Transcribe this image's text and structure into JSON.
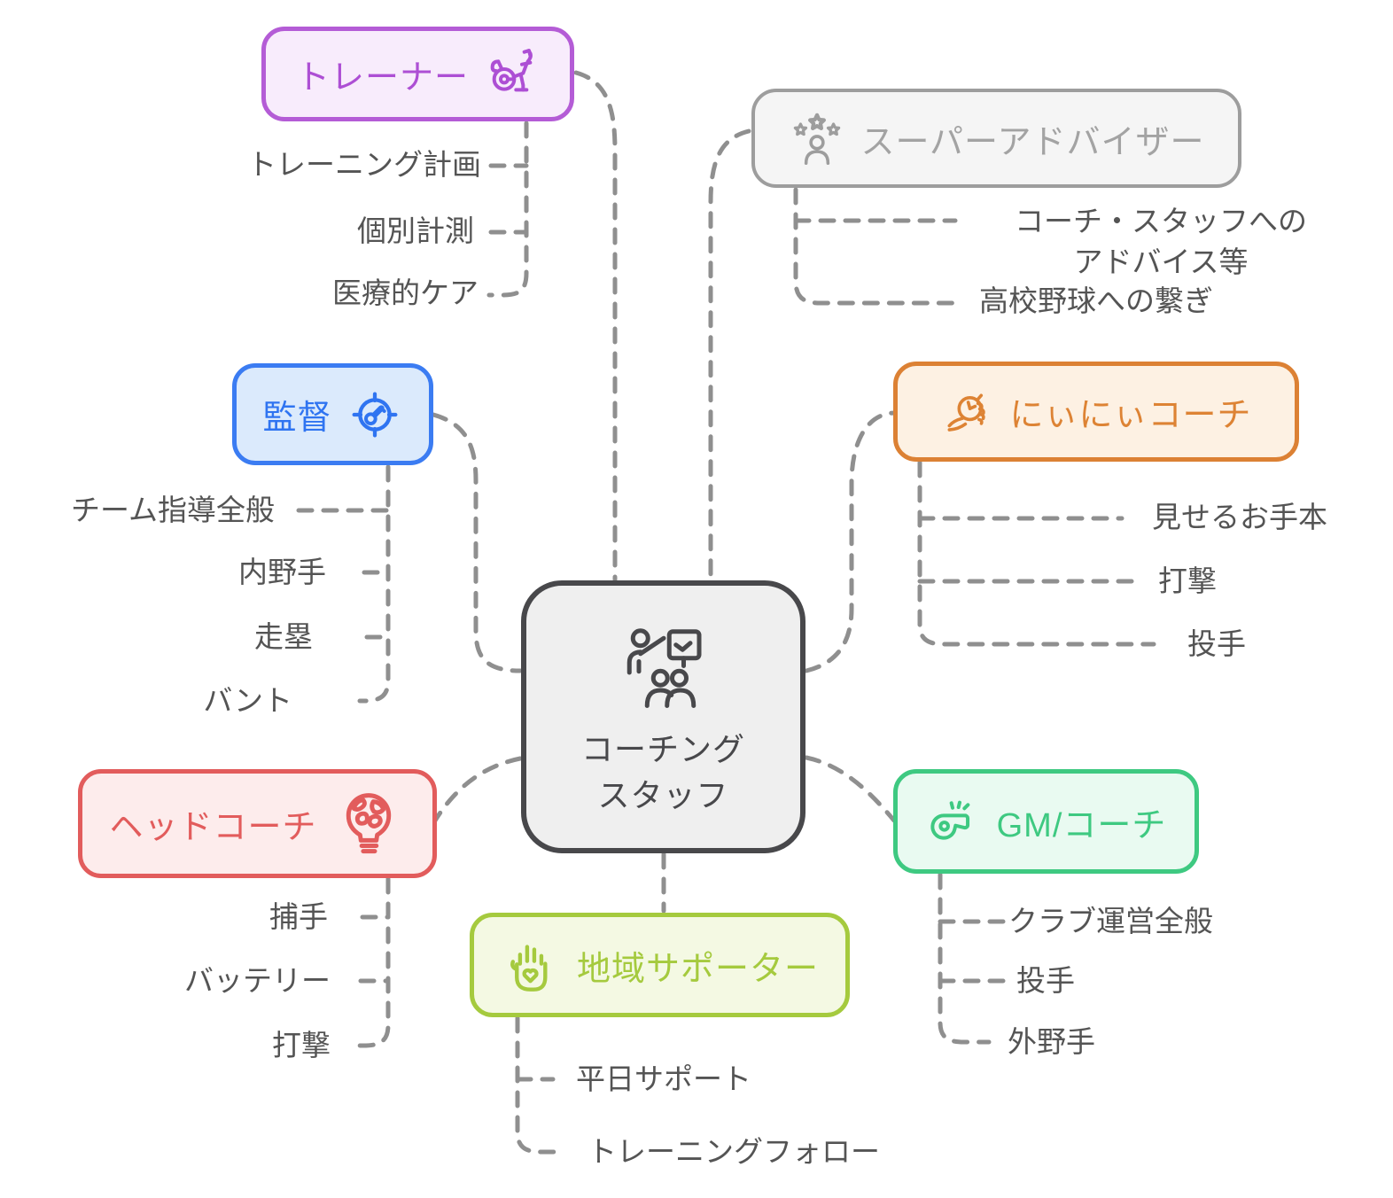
{
  "center": {
    "line1": "コーチング",
    "line2": "スタッフ",
    "icon": "coaching-presentation-icon"
  },
  "branches": [
    {
      "id": "trainer",
      "label": "トレーナー",
      "icon": "exercise-bike-icon",
      "accent": "#ad4fd4",
      "fill": "#f8ecfc",
      "items": [
        "トレーニング計画",
        "個別計測",
        "医療的ケア"
      ]
    },
    {
      "id": "super-advisor",
      "label": "スーパーアドバイザー",
      "icon": "advisor-stars-icon",
      "accent": "#9d9d9d",
      "fill": "#f5f5f5",
      "items": [
        "コーチ・スタッフへの\nアドバイス等",
        "高校野球への繋ぎ"
      ]
    },
    {
      "id": "kantoku",
      "label": "監督",
      "icon": "target-key-icon",
      "accent": "#2f74f1",
      "fill": "#dbeafc",
      "items": [
        "チーム指導全般",
        "内野手",
        "走塁",
        "バント"
      ]
    },
    {
      "id": "niinii-coach",
      "label": "にぃにぃコーチ",
      "icon": "stopwatch-hand-icon",
      "accent": "#dd8334",
      "fill": "#fdf1e3",
      "items": [
        "見せるお手本",
        "打撃",
        "投手"
      ]
    },
    {
      "id": "head-coach",
      "label": "ヘッドコーチ",
      "icon": "idea-bulb-globe-icon",
      "accent": "#e25c5c",
      "fill": "#fdecec",
      "items": [
        "捕手",
        "バッテリー",
        "打撃"
      ]
    },
    {
      "id": "gm-coach",
      "label": "GM/コーチ",
      "icon": "whistle-icon",
      "accent": "#3ec981",
      "fill": "#e9faf1",
      "items": [
        "クラブ運営全般",
        "投手",
        "外野手"
      ]
    },
    {
      "id": "community-supporter",
      "label": "地域サポーター",
      "icon": "hand-heart-icon",
      "accent": "#a5ca3e",
      "fill": "#f4f9e3",
      "items": [
        "平日サポート",
        "トレーニングフォロー"
      ]
    }
  ],
  "colors": {
    "background": "#ffffff",
    "connector": "#8f8f8f",
    "item_text": "#545454",
    "center_border": "#48484b",
    "center_fill": "#efefef"
  }
}
